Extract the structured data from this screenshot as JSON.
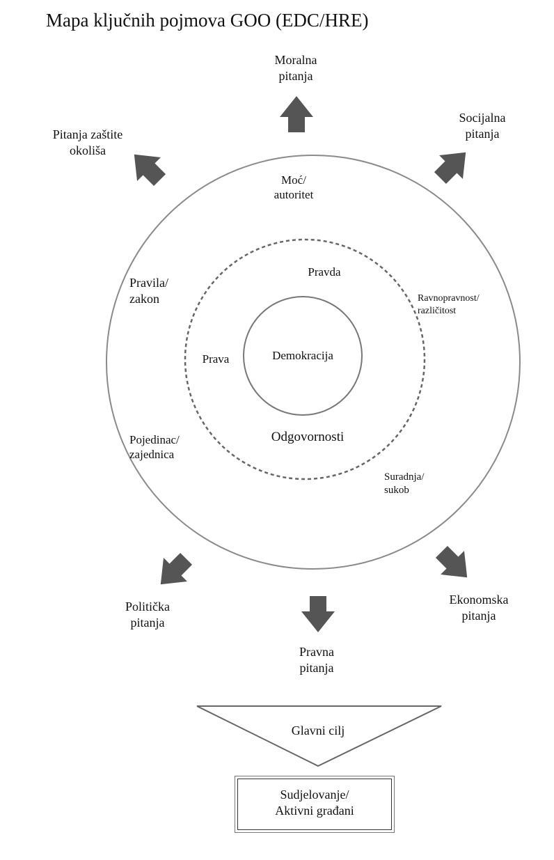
{
  "title": "Mapa ključnih pojmova GOO (EDC/HRE)",
  "colors": {
    "arrow": "#555555",
    "circle": "#8a8a8a",
    "text": "#111111"
  },
  "center": "Demokracija",
  "middle_ring": [
    "Pravda",
    "Prava",
    "Odgovornosti"
  ],
  "outer_ring": {
    "moc": [
      "Moć/",
      "autoritet"
    ],
    "pravila": [
      "Pravila/",
      "zakon"
    ],
    "ravnopravnost": [
      "Ravnopravnost/",
      "različitost"
    ],
    "pojedinac": [
      "Pojedinac/",
      "zajednica"
    ],
    "suradnja": [
      "Suradnja/",
      "sukob"
    ]
  },
  "issues": {
    "moralna": [
      "Moralna",
      "pitanja"
    ],
    "socijalna": [
      "Socijalna",
      "pitanja"
    ],
    "okolis": [
      "Pitanja zaštite",
      "okoliša"
    ],
    "politicka": [
      "Politička",
      "pitanja"
    ],
    "pravna": [
      "Pravna",
      "pitanja"
    ],
    "ekonomska": [
      "Ekonomska",
      "pitanja"
    ]
  },
  "goal": "Glavni cilj",
  "outcome": [
    "Sudjelovanje/",
    "Aktivni građani"
  ]
}
